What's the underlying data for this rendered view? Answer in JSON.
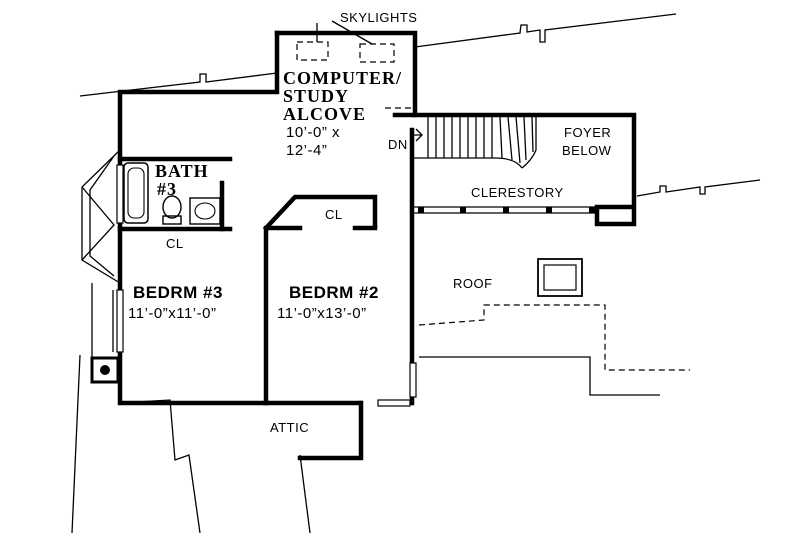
{
  "labels": {
    "skylights": "SKYLIGHTS",
    "alcove_line1": "COMPUTER/",
    "alcove_line2": "STUDY",
    "alcove_line3": "ALCOVE",
    "alcove_dim1": "10’-0” x",
    "alcove_dim2": "12’-4”",
    "dn": "DN",
    "foyer1": "FOYER",
    "foyer2": "BELOW",
    "clerestory": "CLERESTORY",
    "bath1": "BATH",
    "bath2": "#3",
    "cl_bath": "CL",
    "cl_bed2": "CL",
    "bed3_name": "BEDRM #3",
    "bed3_dim": "11’-0”x11’-0”",
    "bed2_name": "BEDRM #2",
    "bed2_dim": "11’-0”x13’-0”",
    "roof": "ROOF",
    "attic": "ATTIC"
  }
}
